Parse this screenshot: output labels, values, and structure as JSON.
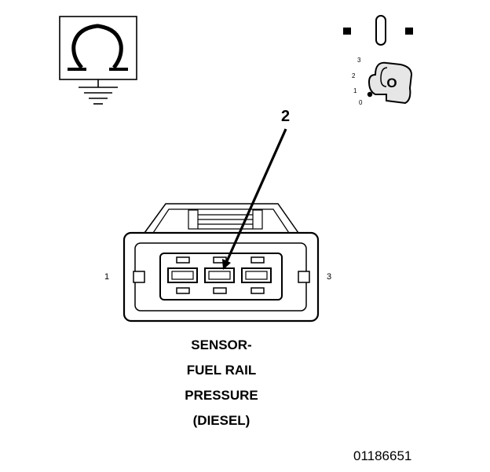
{
  "ignition_positions": [
    "3",
    "2",
    "1",
    "0"
  ],
  "ignition_key_letter": "O",
  "pin_labels": {
    "left": "1",
    "right": "3"
  },
  "callout_number": "2",
  "caption_lines": [
    "SENSOR-",
    "FUEL RAIL",
    "PRESSURE",
    "(DIESEL)"
  ],
  "figure_number": "01186651",
  "icons": {
    "ohmmeter": "ohmmeter-ground-icon",
    "ignition": "ignition-switch-icon",
    "connector": "three-pin-connector"
  }
}
